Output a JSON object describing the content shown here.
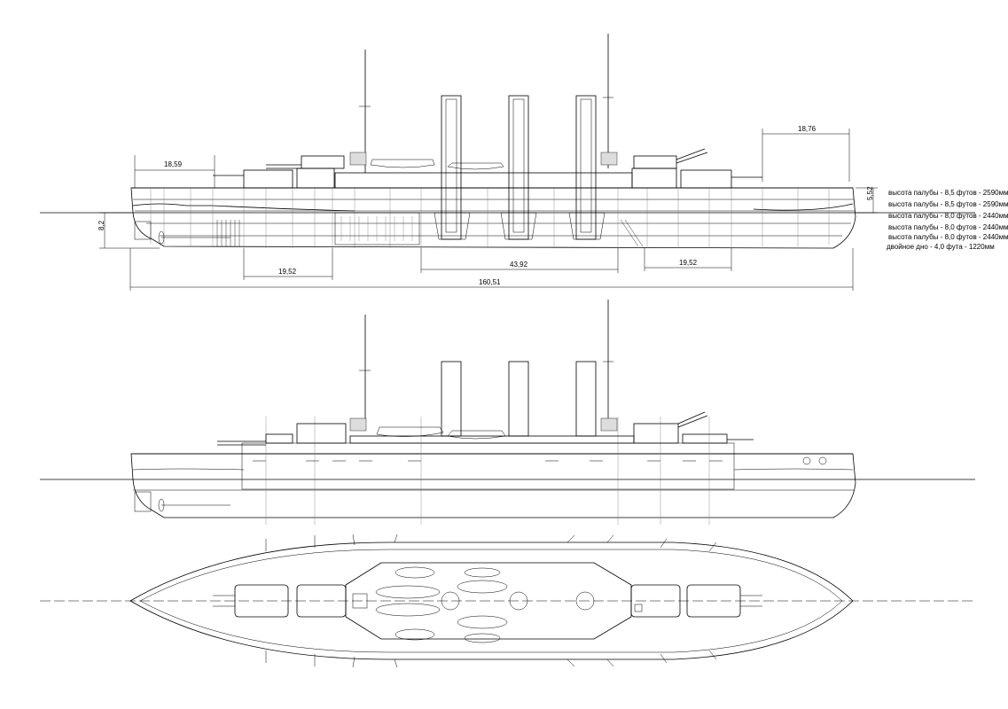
{
  "dimensions": {
    "forward_overhang": "18,59",
    "aft_overhang": "18,76",
    "draft": "8,2",
    "freeboard_aft": "5,52",
    "forward_magazine": "19,52",
    "machinery_space": "43,92",
    "aft_magazine": "19,52",
    "overall_length": "160,51"
  },
  "deck_notes": [
    "высота палубы - 8,5 футов - 2590мм",
    "высота палубы - 8,5 футов - 2590мм",
    "высота палубы - 8,0 футов - 2440мм",
    "высота палубы - 8,0 футов - 2440мм",
    "высота палубы - 8,0 футов - 2440мм",
    "двойное дно - 4,0 фута - 1220мм"
  ]
}
